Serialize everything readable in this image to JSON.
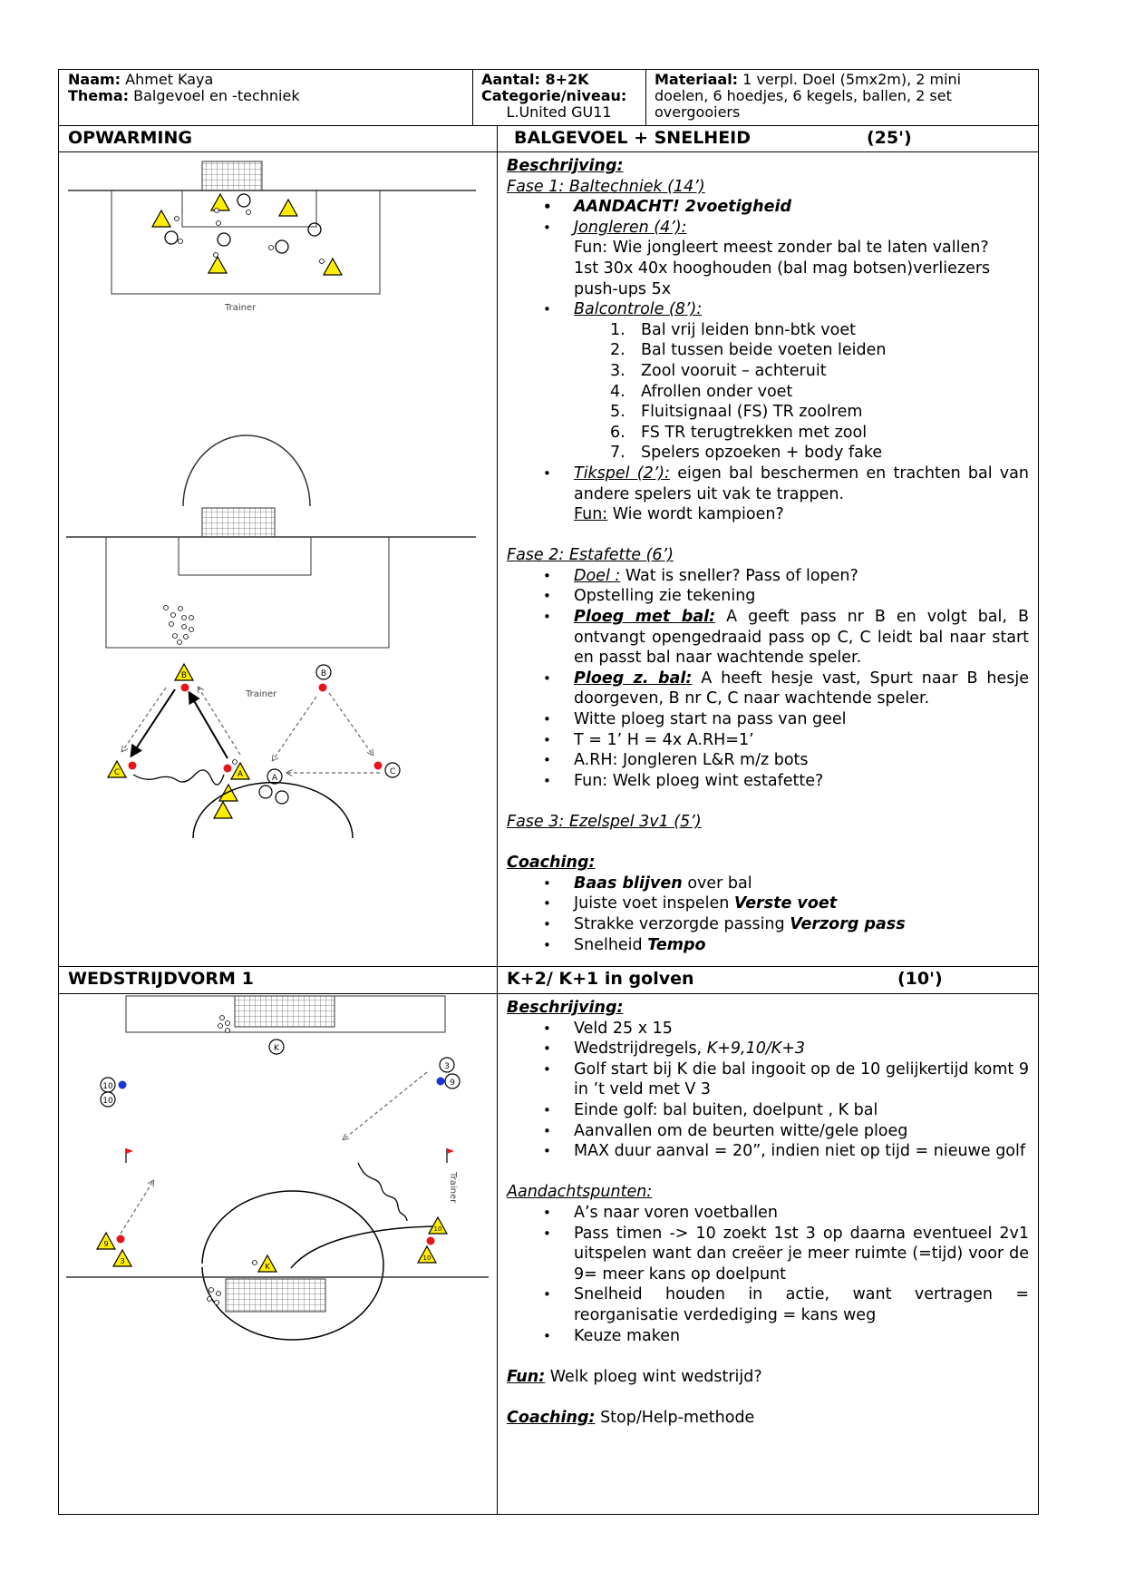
{
  "header": {
    "naam_label": "Naam:",
    "naam_value": "Ahmet Kaya",
    "thema_label": "Thema:",
    "thema_value": "Balgevoel en -techniek",
    "aantal_label": "Aantal: 8+2K",
    "categorie_label": "Categorie/niveau:",
    "categorie_value": "L.United GU11",
    "materiaal_label": "Materiaal:",
    "materiaal_line1": "1 verpl. Doel (5mx2m), 2 mini",
    "materiaal_line2": "doelen, 6 hoedjes, 6 kegels, ballen, 2 set",
    "materiaal_line3": "overgooiers"
  },
  "section1": {
    "left_title": "OPWARMING",
    "right_title": "BALGEVOEL + SNELHEID",
    "duration": "(25')",
    "beschrijving": "Beschrijving:",
    "fase1": "Fase 1: Baltechniek (14’)",
    "aandacht": "AANDACHT! 2voetigheid",
    "jongleren": "Jongleren (4’):",
    "jongleren_fun": "Fun: Wie jongleert meest zonder bal te laten vallen?",
    "jongleren_l2": "1st 30x 40x hooghouden (bal mag botsen)verliezers",
    "jongleren_l3": "push-ups 5x",
    "balcontrole": "Balcontrole (8’):",
    "balcontrole_items": [
      {
        "n": "1.",
        "t": "Bal vrij leiden bnn-btk voet"
      },
      {
        "n": "2.",
        "t": "Bal tussen beide voeten leiden"
      },
      {
        "n": "3.",
        "t": "Zool vooruit – achteruit"
      },
      {
        "n": "4.",
        "t": "Afrollen onder voet"
      },
      {
        "n": "5.",
        "t": "Fluitsignaal (FS) TR zoolrem"
      },
      {
        "n": "6.",
        "t": "FS TR terugtrekken met zool"
      },
      {
        "n": "7.",
        "t": "Spelers opzoeken + body fake"
      }
    ],
    "tikspel": "Tikspel (2’):",
    "tikspel_text": "eigen bal beschermen en trachten bal van andere spelers uit vak te trappen.",
    "tikspel_fun_label": "Fun:",
    "tikspel_fun_text": "Wie wordt kampioen?",
    "fase2": "Fase 2: Estafette (6’)",
    "doel_label": "Doel :",
    "doel_text": "Wat is sneller? Pass of lopen?",
    "opstelling": "Opstelling zie tekening",
    "ploeg_met_bal": "Ploeg met bal:",
    "ploeg_met_bal_text": "A geeft pass nr B en volgt bal, B ontvangt opengedraaid pass op C, C leidt bal naar start en passt bal naar wachtende speler.",
    "ploeg_z_bal": "Ploeg z. bal:",
    "ploeg_z_bal_text": "A heeft hesje vast, Spurt naar B hesje doorgeven, B nr C, C naar wachtende speler.",
    "witte_ploeg": "Witte ploeg start na pass van geel",
    "tijd": "T = 1’  H = 4x  A.RH=1’",
    "arh": "A.RH: Jongleren L&R m/z bots",
    "fun_estafette": "Fun: Welk ploeg wint estafette?",
    "fase3": "Fase 3: Ezelspel 3v1 (5’)",
    "coaching": "Coaching:",
    "baas_blijven": "Baas blijven",
    "over_bal": "over bal",
    "juiste_voet": "Juiste voet inspelen",
    "verste_voet": "Verste voet",
    "strakke": "Strakke verzorgde passing",
    "verzorg_pass": "Verzorg pass",
    "snelheid": "Snelheid",
    "tempo": "Tempo"
  },
  "section2": {
    "left_title": "WEDSTRIJDVORM 1",
    "right_title": "K+2/ K+1 in golven",
    "duration": "(10')",
    "beschrijving": "Beschrijving:",
    "veld": "Veld 25 x 15",
    "wedstrijdregels": "Wedstrijdregels,",
    "wedstrijdregels_i": "K+9,10/K+3",
    "golf_start": "Golf start bij K die bal ingooit op de 10 gelijkertijd komt 9 in ’t veld met V 3",
    "einde_golf": "Einde golf: bal buiten, doelpunt , K bal",
    "aanvallen": "Aanvallen om de beurten witte/gele ploeg",
    "max_duur": "MAX duur aanval = 20”, indien niet op tijd = nieuwe golf",
    "aandachtspunten": "Aandachtspunten:",
    "a_naar_voren": "A’s naar voren voetballen",
    "pass_timen": "Pass timen -> 10 zoekt 1st 3 op daarna eventueel 2v1 uitspelen want dan creëer je meer ruimte (=tijd) voor de 9= meer kans op doelpunt",
    "snelheid_houden": "Snelheid houden in actie, want vertragen = reorganisatie verdediging = kans weg",
    "keuze": "Keuze maken",
    "fun_label": "Fun:",
    "fun_text": "Welk ploeg wint wedstrijd?",
    "coaching_label": "Coaching:",
    "coaching_text": "Stop/Help-methode"
  },
  "diagram_labels": {
    "trainer": "Trainer",
    "A": "A",
    "B": "B",
    "C": "C",
    "K": "K",
    "n3": "3",
    "n9": "9",
    "n10": "10"
  },
  "colors": {
    "cone_yellow": "#ffee00",
    "red_dot": "#e8141c",
    "blue_dot": "#1a34d6",
    "grid": "#666666"
  }
}
